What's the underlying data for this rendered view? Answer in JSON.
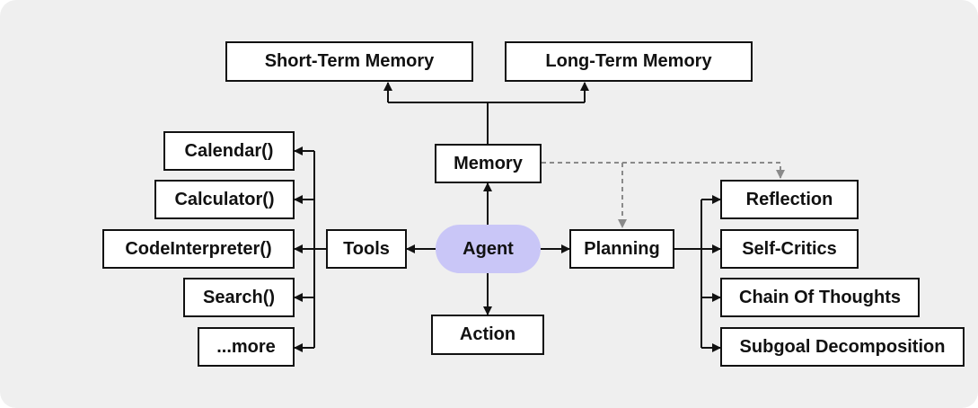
{
  "nodes": {
    "agent": "Agent",
    "memory": "Memory",
    "short_term_memory": "Short-Term Memory",
    "long_term_memory": "Long-Term Memory",
    "tools": "Tools",
    "action": "Action",
    "planning": "Planning",
    "tool_items": [
      "Calendar()",
      "Calculator()",
      "CodeInterpreter()",
      "Search()",
      "...more"
    ],
    "planning_items": [
      "Reflection",
      "Self-Critics",
      "Chain Of Thoughts",
      "Subgoal Decomposition"
    ]
  },
  "colors": {
    "background": "#efefef",
    "agent_fill": "#c9c6f7",
    "line": "#111111",
    "dashed_line": "#8a8a8a"
  }
}
